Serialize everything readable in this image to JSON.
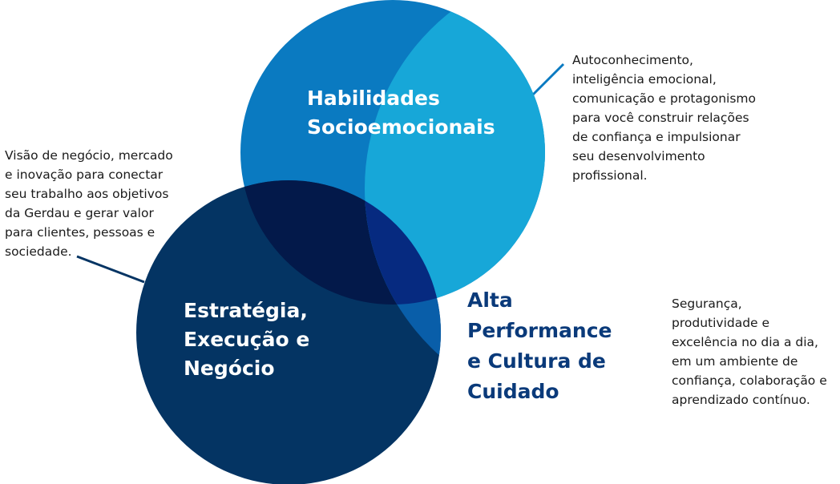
{
  "circles": {
    "top": {
      "label": "Habilidades\nSocioemocionais",
      "color": "#0a7ac1"
    },
    "bottom": {
      "label": "Estratégia,\nExecução e\nNegócio",
      "color": "#043463"
    },
    "third": {
      "label": "Alta\nPerformance\ne Cultura de\nCuidado"
    }
  },
  "colors": {
    "overlap_top_bottom": "#03194a",
    "crescent_right": "#17a7d8",
    "crescent_bottom": "#095ea9",
    "center": "#062a80",
    "callout_top": "#0a7ac1",
    "callout_left": "#043463",
    "third_label": "#0a3a7a"
  },
  "descriptions": {
    "top": "Autoconhecimento,\ninteligência emocional,\ncomunicação e protagonismo\npara você construir relações\nde confiança e impulsionar\nseu desenvolvimento\nprofissional.",
    "left": "Visão de negócio, mercado\ne inovação para conectar\nseu trabalho aos objetivos\nda Gerdau e gerar valor\npara clientes, pessoas e\nsociedade.",
    "right": "Segurança,\nprodutividade e\nexcelência no dia a dia,\nem um ambiente de\nconfiança, colaboração e\naprendizado contínuo."
  }
}
